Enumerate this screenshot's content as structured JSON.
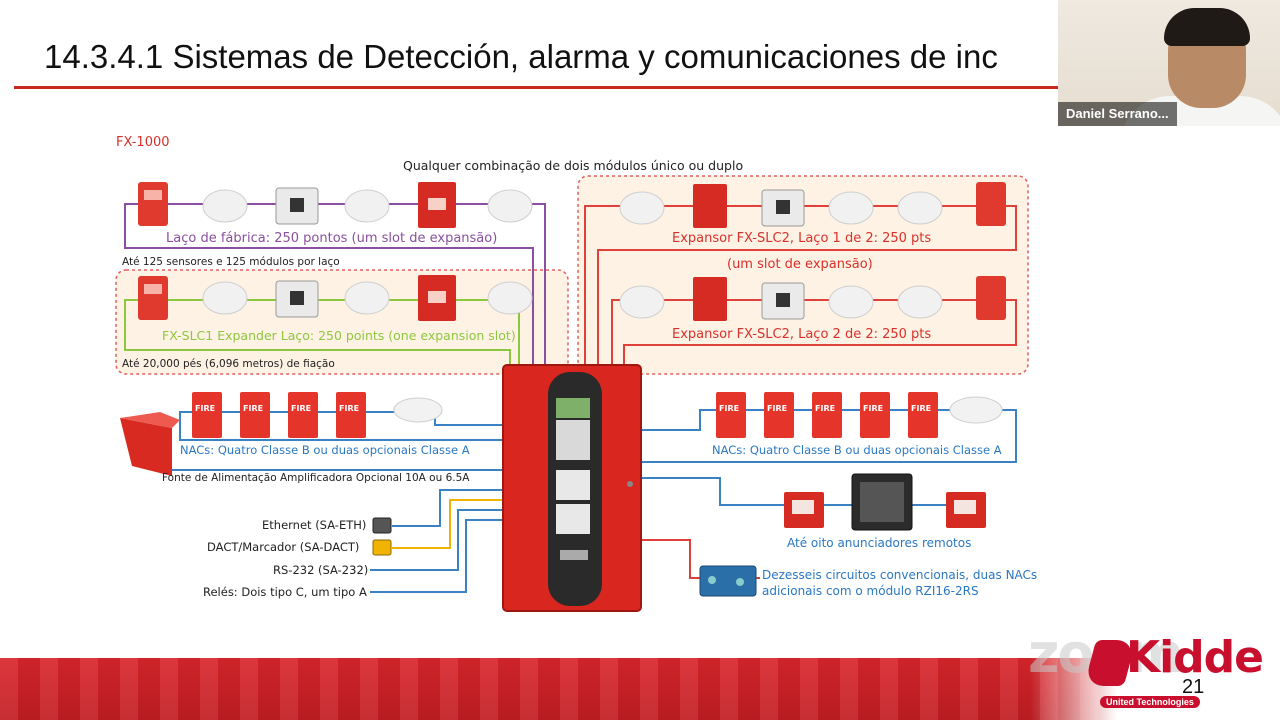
{
  "slide": {
    "title": "14.3.4.1 Sistemas de Detección, alarma y comunicaciones de inc",
    "page_number": "21"
  },
  "video": {
    "participant_name": "Daniel Serrano..."
  },
  "diagram": {
    "model": "FX-1000",
    "top_caption": "Qualquer combinação de dois módulos único ou duplo",
    "loop_fabric": "Laço de fábrica: 250 pontos (um slot de expansão)",
    "loop_fabric_note": "Até 125 sensores e 125 módulos por laço",
    "loop_slc1": "FX-SLC1 Expander Laço: 250 points (one expansion slot)",
    "wiring_note": "Até 20,000 pés (6,096 metros) de fiação",
    "expansor1": "Expansor FX-SLC2, Laço 1 de 2: 250 pts",
    "expansor_slot": "(um slot de expansão)",
    "expansor2": "Expansor FX-SLC2, Laço 2 de 2: 250 pts",
    "nac_left": "NACs: Quatro Classe B ou duas opcionais Classe A",
    "nac_right": "NACs: Quatro Classe B ou duas opcionais Classe A",
    "power_supply": "Fonte de Alimentação Amplificadora Opcional 10A ou 6.5A",
    "ethernet": "Ethernet (SA-ETH)",
    "dact": "DACT/Marcador (SA-DACT)",
    "rs232": "RS-232 (SA-232)",
    "relays": "Relés: Dois tipo C, um tipo A",
    "annunciators": "Até oito anunciadores remotos",
    "conventional_1": "Dezesseis circuitos convencionais, duas NACs",
    "conventional_2": "adicionais com o módulo RZI16-2RS",
    "fire_label": "FIRE"
  },
  "branding": {
    "logo_text": "Kidde",
    "sub_text": "United Technologies",
    "watermark": "zoom"
  },
  "colors": {
    "accent_red": "#c8281e",
    "loop_purple": "#8a4fa0",
    "loop_green": "#8dc63f",
    "loop_red": "#e0403a",
    "wire_blue": "#3a82c4",
    "wire_yellow": "#f0b400",
    "label_blue": "#2a78c2",
    "label_red": "#d9302a"
  }
}
